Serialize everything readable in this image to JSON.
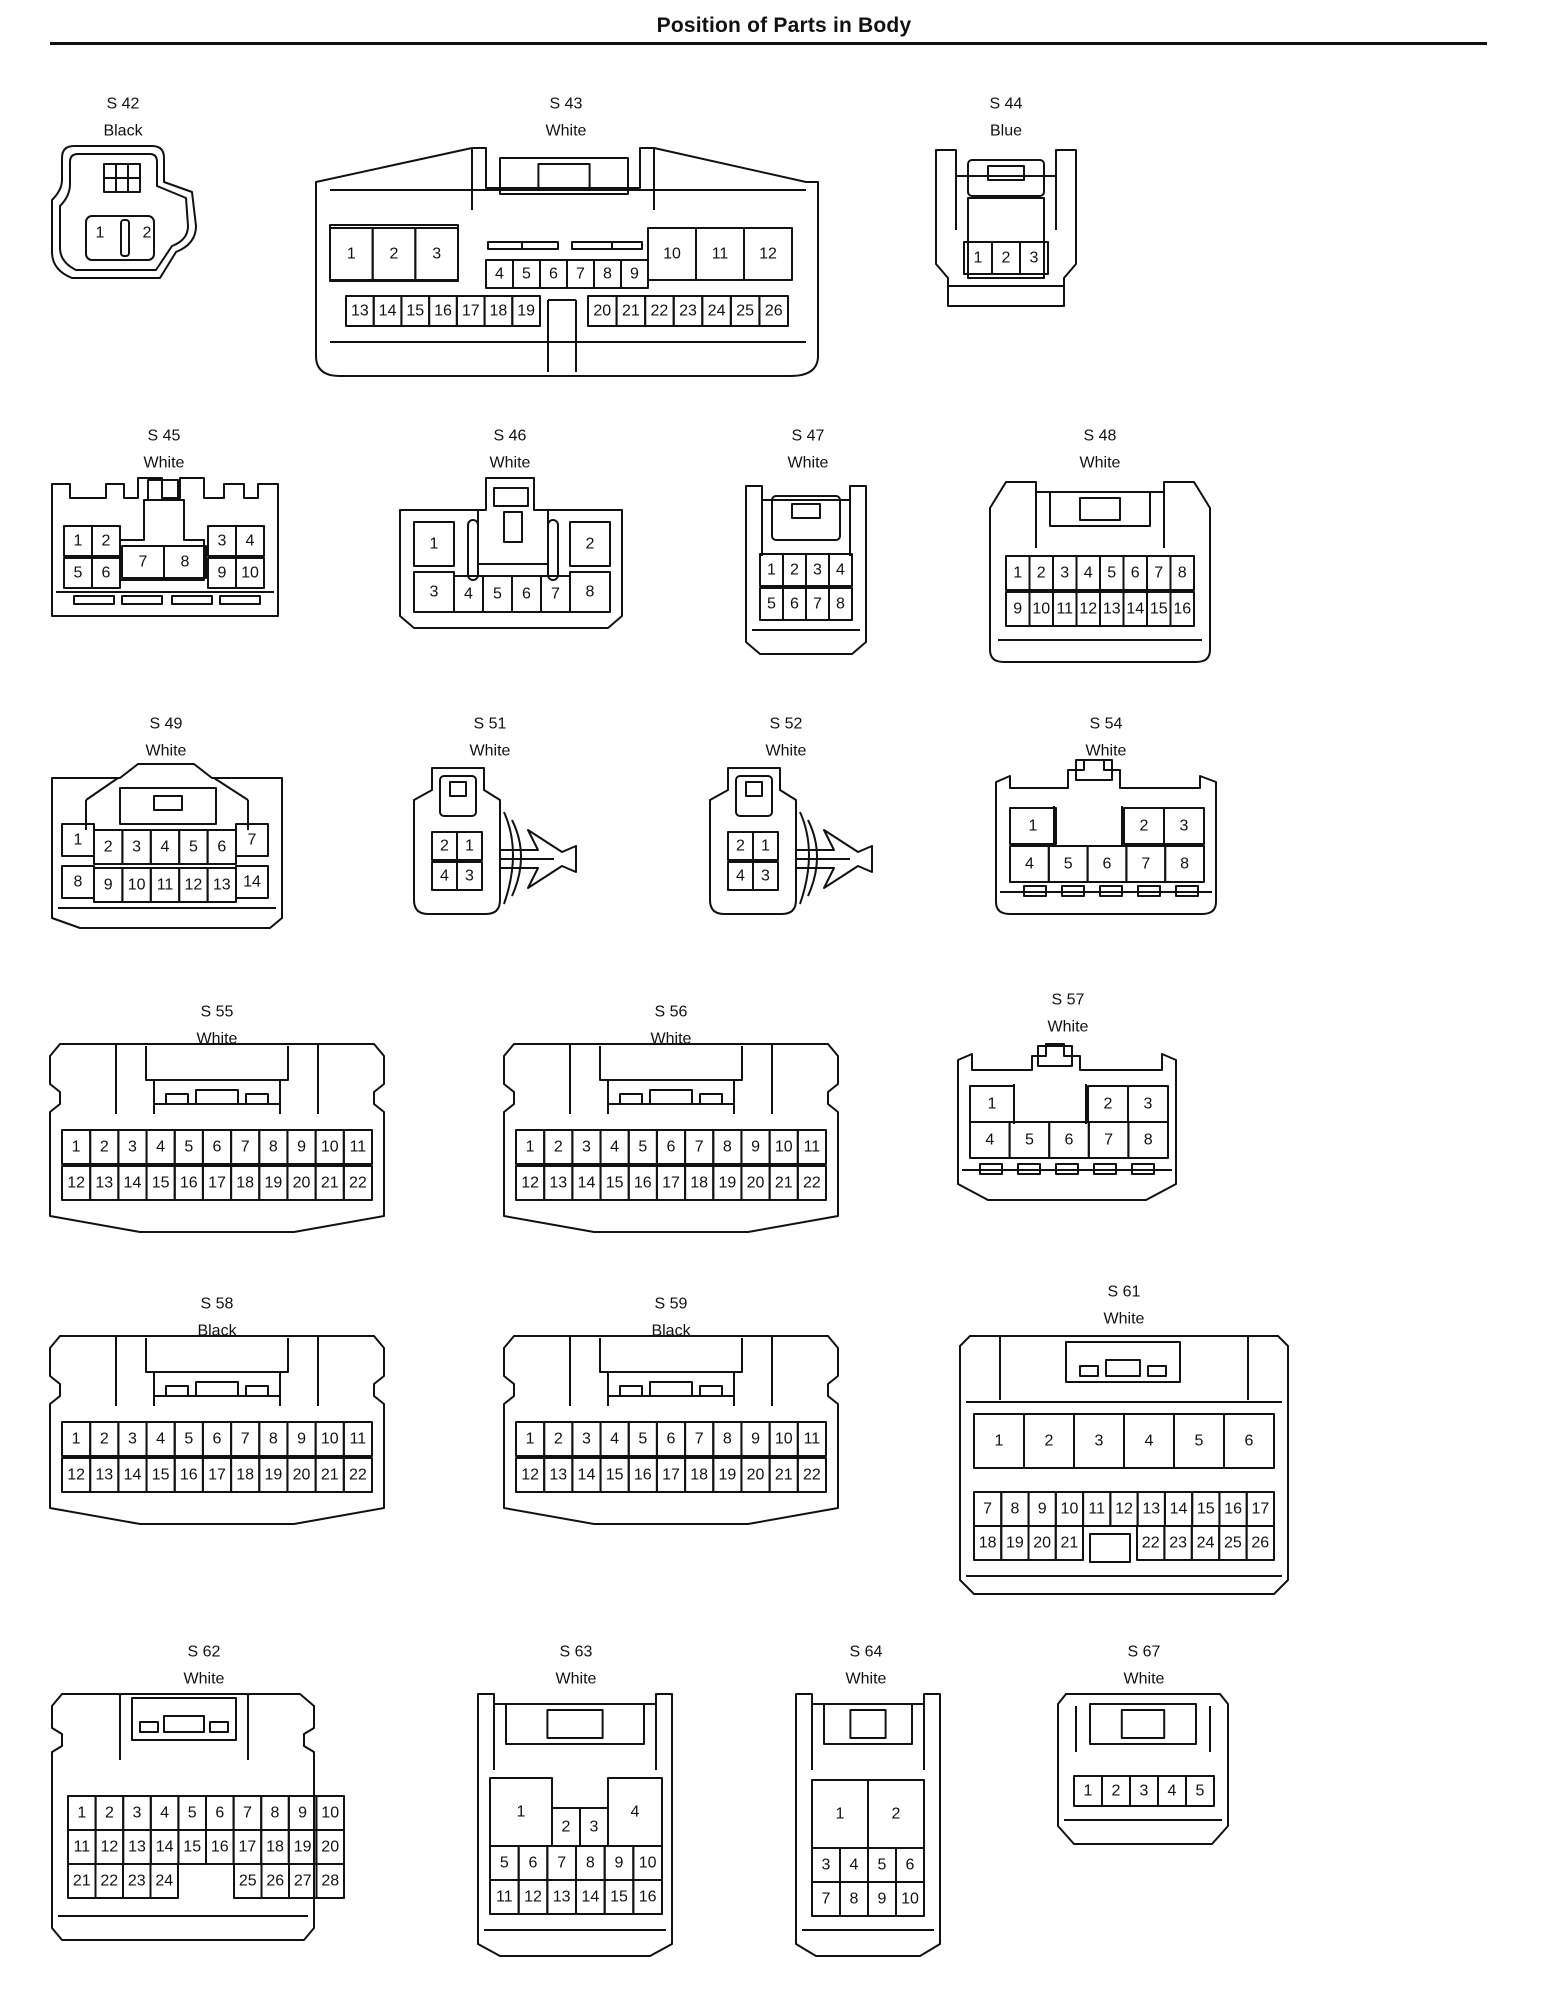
{
  "page": {
    "title": "Position of Parts in Body"
  },
  "connectors": [
    {
      "id": "S 42",
      "color": "Black",
      "pins": [
        "1",
        "2"
      ]
    },
    {
      "id": "S 43",
      "color": "White",
      "pins": [
        "1",
        "2",
        "3",
        "4",
        "5",
        "6",
        "7",
        "8",
        "9",
        "10",
        "11",
        "12",
        "13",
        "14",
        "15",
        "16",
        "17",
        "18",
        "19",
        "20",
        "21",
        "22",
        "23",
        "24",
        "25",
        "26"
      ]
    },
    {
      "id": "S 44",
      "color": "Blue",
      "pins": [
        "1",
        "2",
        "3"
      ]
    },
    {
      "id": "S 45",
      "color": "White",
      "pins": [
        "1",
        "2",
        "3",
        "4",
        "5",
        "6",
        "7",
        "8",
        "9",
        "10"
      ]
    },
    {
      "id": "S 46",
      "color": "White",
      "pins": [
        "1",
        "2",
        "3",
        "4",
        "5",
        "6",
        "7",
        "8"
      ]
    },
    {
      "id": "S 47",
      "color": "White",
      "pins": [
        "1",
        "2",
        "3",
        "4",
        "5",
        "6",
        "7",
        "8"
      ]
    },
    {
      "id": "S 48",
      "color": "White",
      "pins": [
        "1",
        "2",
        "3",
        "4",
        "5",
        "6",
        "7",
        "8",
        "9",
        "10",
        "11",
        "12",
        "13",
        "14",
        "15",
        "16"
      ]
    },
    {
      "id": "S 49",
      "color": "White",
      "pins": [
        "1",
        "2",
        "3",
        "4",
        "5",
        "6",
        "7",
        "8",
        "9",
        "10",
        "11",
        "12",
        "13",
        "14"
      ]
    },
    {
      "id": "S 51",
      "color": "White",
      "pins": [
        "2",
        "1",
        "4",
        "3"
      ]
    },
    {
      "id": "S 52",
      "color": "White",
      "pins": [
        "2",
        "1",
        "4",
        "3"
      ]
    },
    {
      "id": "S 54",
      "color": "White",
      "pins": [
        "1",
        "2",
        "3",
        "4",
        "5",
        "6",
        "7",
        "8"
      ]
    },
    {
      "id": "S 55",
      "color": "White",
      "pins": [
        "1",
        "2",
        "3",
        "4",
        "5",
        "6",
        "7",
        "8",
        "9",
        "10",
        "11",
        "12",
        "13",
        "14",
        "15",
        "16",
        "17",
        "18",
        "19",
        "20",
        "21",
        "22"
      ]
    },
    {
      "id": "S 56",
      "color": "White",
      "pins": [
        "1",
        "2",
        "3",
        "4",
        "5",
        "6",
        "7",
        "8",
        "9",
        "10",
        "11",
        "12",
        "13",
        "14",
        "15",
        "16",
        "17",
        "18",
        "19",
        "20",
        "21",
        "22"
      ]
    },
    {
      "id": "S 57",
      "color": "White",
      "pins": [
        "1",
        "2",
        "3",
        "4",
        "5",
        "6",
        "7",
        "8"
      ]
    },
    {
      "id": "S 58",
      "color": "Black",
      "pins": [
        "1",
        "2",
        "3",
        "4",
        "5",
        "6",
        "7",
        "8",
        "9",
        "10",
        "11",
        "12",
        "13",
        "14",
        "15",
        "16",
        "17",
        "18",
        "19",
        "20",
        "21",
        "22"
      ]
    },
    {
      "id": "S 59",
      "color": "Black",
      "pins": [
        "1",
        "2",
        "3",
        "4",
        "5",
        "6",
        "7",
        "8",
        "9",
        "10",
        "11",
        "12",
        "13",
        "14",
        "15",
        "16",
        "17",
        "18",
        "19",
        "20",
        "21",
        "22"
      ]
    },
    {
      "id": "S 61",
      "color": "White",
      "pins": [
        "1",
        "2",
        "3",
        "4",
        "5",
        "6",
        "7",
        "8",
        "9",
        "10",
        "11",
        "12",
        "13",
        "14",
        "15",
        "16",
        "17",
        "18",
        "19",
        "20",
        "21",
        "22",
        "23",
        "24",
        "25",
        "26"
      ]
    },
    {
      "id": "S 62",
      "color": "White",
      "pins": [
        "1",
        "2",
        "3",
        "4",
        "5",
        "6",
        "7",
        "8",
        "9",
        "10",
        "11",
        "12",
        "13",
        "14",
        "15",
        "16",
        "17",
        "18",
        "19",
        "20",
        "21",
        "22",
        "23",
        "24",
        "25",
        "26",
        "27",
        "28"
      ]
    },
    {
      "id": "S 63",
      "color": "White",
      "pins": [
        "1",
        "2",
        "3",
        "4",
        "5",
        "6",
        "7",
        "8",
        "9",
        "10",
        "11",
        "12",
        "13",
        "14",
        "15",
        "16"
      ]
    },
    {
      "id": "S 64",
      "color": "White",
      "pins": [
        "1",
        "2",
        "3",
        "4",
        "5",
        "6",
        "7",
        "8",
        "9",
        "10"
      ]
    },
    {
      "id": "S 67",
      "color": "White",
      "pins": [
        "1",
        "2",
        "3",
        "4",
        "5"
      ]
    }
  ]
}
